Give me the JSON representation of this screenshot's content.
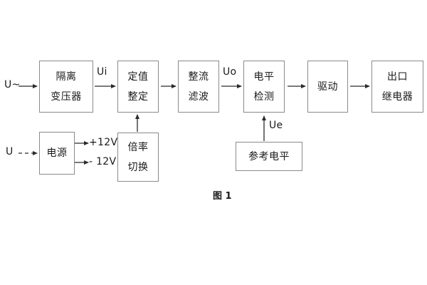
{
  "figure": {
    "caption": "图 1",
    "background_color": "#ffffff",
    "box_border_color": "#8a8a8a",
    "wire_color": "#2b2b2b"
  },
  "signal_labels": {
    "input_ac": "U~",
    "input_dc": "U",
    "ui": "Ui",
    "uo": "Uo",
    "ue": "Ue",
    "pos12v": "+12V",
    "neg12v": "- 12V"
  },
  "blocks": {
    "isolation_transformer": {
      "line1": "隔离",
      "line2": "变压器"
    },
    "setting_value": {
      "line1": "定值",
      "line2": "整定"
    },
    "rectify_filter": {
      "line1": "整流",
      "line2": "滤波"
    },
    "level_detect": {
      "line1": "电平",
      "line2": "检测"
    },
    "drive": {
      "line1": "驱动"
    },
    "output_relay": {
      "line1": "出口",
      "line2": "继电器"
    },
    "power_supply": {
      "line1": "电源"
    },
    "multiplier_switch": {
      "line1": "倍率",
      "line2": "切换"
    },
    "reference_level": {
      "line1": "参考电平"
    }
  }
}
